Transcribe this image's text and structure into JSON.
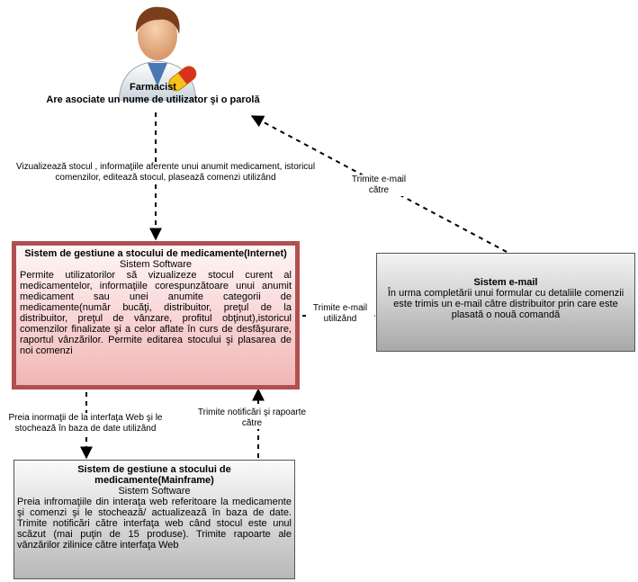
{
  "pharmacist": {
    "name": "Farmacist",
    "note": "Are asociate un nume de utilizator şi o parolă"
  },
  "internet_system": {
    "title": "Sistem de gestiune a stocului de medicamente(Internet)",
    "subtitle": "Sistem Software",
    "description": "Permite utilizatorilor să vizualizeze stocul curent al medicamentelor, informaţiile corespunzătoare unui anumit medicament sau unei anumite categorii de medicamente(număr bucăţi, distribuitor, preţul de la distribuitor, preţul de vânzare, profitul obţinut),istoricul comenzilor finalizate şi a celor aflate în curs de desfăşurare, raportul vânzărilor. Permite editarea stocului şi plasarea de noi comenzi"
  },
  "email_system": {
    "title": "Sistem e-mail",
    "description": "În urma completării unui formular cu detaliile comenzii este trimis un e-mail către distribuitor prin care este plasată o nouă comandă"
  },
  "mainframe_system": {
    "title": "Sistem de gestiune a stocului de medicamente(Mainframe)",
    "subtitle": "Sistem Software",
    "description": "Preia infromaţiile din interaţa web referitoare la medicamente şi comenzi şi le stochează/ actualizează în baza de date. Trimite notificări către interfaţa web când stocul este unul scăzut (mai puţin de 15 produse). Trimite rapoarte ale vânzărilor zilinice către interfaţa Web"
  },
  "edges": {
    "pharmacist_to_internet": "Vizualizează stocul , informaţiile aferente unui anumit medicament, istoricul comenzilor, editează stocul, plasează comenzi utilizând",
    "email_to_pharmacist": "Trimite e-mail către",
    "internet_to_email": "Trimite e-mail utilizând",
    "internet_to_mainframe": "Preia inormaţii de la interfaţa Web şi le stochează în baza de date utilizând",
    "mainframe_to_internet": "Trimite notificări şi rapoarte către"
  }
}
